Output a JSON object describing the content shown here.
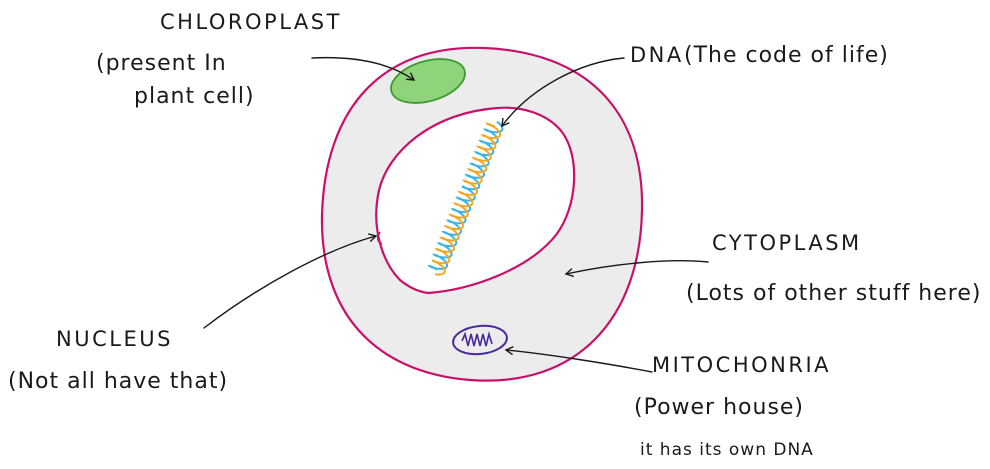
{
  "labels": {
    "chloroplast": {
      "title": "CHLOROPLAST",
      "line1": "(present In",
      "line2": "plant cell)"
    },
    "dna": {
      "title": "DNA",
      "note": "(The code of life)"
    },
    "cytoplasm": {
      "title": "CYTOPLASM",
      "note": "(Lots of other stuff here)"
    },
    "nucleus": {
      "title": "NUCLEUS",
      "note": "(Not all have that)"
    },
    "mitochondria": {
      "title": "MITOCHONRIA",
      "note": "(Power house)",
      "extra": "it has its own DNA"
    }
  },
  "colors": {
    "membrane": "#c8106a",
    "cytoplasm_fill": "#ececec",
    "chloroplast_fill": "#8fd37a",
    "chloroplast_stroke": "#3f9a2f",
    "dna_strand_a": "#f5a623",
    "dna_strand_b": "#3ab4e8",
    "mitochondria_stroke": "#4a2a9a"
  }
}
